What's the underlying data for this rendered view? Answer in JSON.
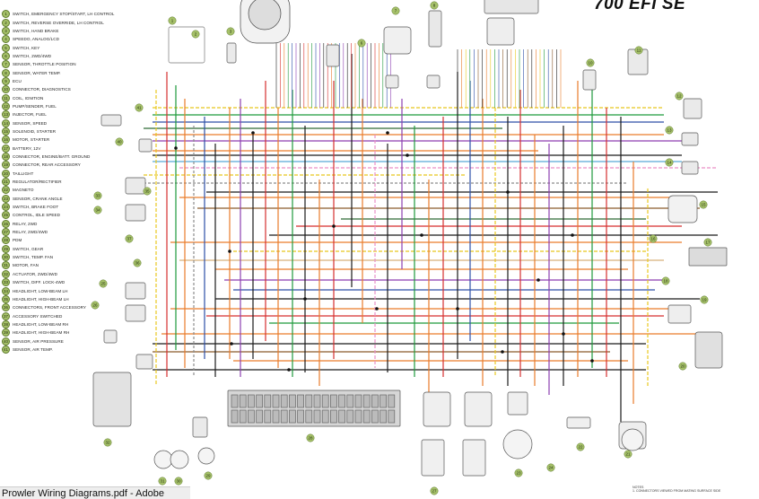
{
  "title_partial": "700 EFI SE",
  "window": {
    "taskbar_label": "Prowler Wiring Diagrams.pdf - Adobe"
  },
  "legend": [
    {
      "n": "1",
      "label": "SWITCH, EMERGENCY STOP/START, LH CONTROL"
    },
    {
      "n": "2",
      "label": "SWITCH, REVERSE OVERRIDE, LH CONTROL"
    },
    {
      "n": "3",
      "label": "SWITCH, HAND BRAKE"
    },
    {
      "n": "4",
      "label": "SPEEDO, ANALOG/LCD"
    },
    {
      "n": "5",
      "label": "SWITCH, KEY"
    },
    {
      "n": "6",
      "label": "SWITCH, 2WD/4WD"
    },
    {
      "n": "7",
      "label": "SENSOR, THROTTLE POSITION"
    },
    {
      "n": "8",
      "label": "SENSOR, WATER TEMP."
    },
    {
      "n": "9",
      "label": "ECU"
    },
    {
      "n": "10",
      "label": "CONNECTOR, DIAGNOSTICS"
    },
    {
      "n": "11",
      "label": "COIL, IGNITION"
    },
    {
      "n": "12",
      "label": "PUMP/SENDER, FUEL"
    },
    {
      "n": "13",
      "label": "INJECTOR, FUEL"
    },
    {
      "n": "14",
      "label": "SENSOR, SPEED"
    },
    {
      "n": "15",
      "label": "SOLENOID, STARTER"
    },
    {
      "n": "16",
      "label": "MOTOR, STARTER"
    },
    {
      "n": "17",
      "label": "BATTERY, 12V"
    },
    {
      "n": "18",
      "label": "CONNECTOR, ENGINE/BATT. GROUND"
    },
    {
      "n": "19",
      "label": "CONNECTOR, REAR ACCESSORY"
    },
    {
      "n": "20",
      "label": "TAILLIGHT"
    },
    {
      "n": "21",
      "label": "REGULATOR/RECTIFIER"
    },
    {
      "n": "22",
      "label": "MAGNETO"
    },
    {
      "n": "23",
      "label": "SENSOR, CRANK ANGLE"
    },
    {
      "n": "24",
      "label": "SWITCH, BRAKE FOOT"
    },
    {
      "n": "25",
      "label": "CONTROL, IDLE SPEED"
    },
    {
      "n": "26",
      "label": "RELAY, 2WD"
    },
    {
      "n": "27",
      "label": "RELAY, 2WD/4WD"
    },
    {
      "n": "28",
      "label": "PDM"
    },
    {
      "n": "29",
      "label": "SWITCH, GEAR"
    },
    {
      "n": "30",
      "label": "SWITCH, TEMP. FAN"
    },
    {
      "n": "31",
      "label": "MOTOR, FAN"
    },
    {
      "n": "32",
      "label": "ACTUATOR, 2WD/4WD"
    },
    {
      "n": "33",
      "label": "SWITCH, DIFF. LOCK-4WD"
    },
    {
      "n": "34",
      "label": "HEADLIGHT, LOW-BEAM LH"
    },
    {
      "n": "35",
      "label": "HEADLIGHT, HIGH-BEAM LH"
    },
    {
      "n": "36",
      "label": "CONNECTORS, FRONT ACCESSORY"
    },
    {
      "n": "37",
      "label": "ACCESSORY SWITCHED"
    },
    {
      "n": "38",
      "label": "HEADLIGHT, LOW-BEAM RH"
    },
    {
      "n": "39",
      "label": "HEADLIGHT, HIGH-BEAM RH"
    },
    {
      "n": "40",
      "label": "SENSOR, AIR PRESSURE"
    },
    {
      "n": "41",
      "label": "SENSOR, AIR TEMP."
    }
  ],
  "component_callouts": [
    "1",
    "2",
    "3",
    "4",
    "5",
    "6",
    "7",
    "8",
    "9",
    "10",
    "11",
    "12",
    "13",
    "14",
    "15",
    "16",
    "17",
    "18",
    "19",
    "20",
    "21",
    "22",
    "23",
    "24",
    "25",
    "26",
    "27",
    "28",
    "29",
    "30",
    "31",
    "32",
    "33",
    "34",
    "35",
    "36",
    "37",
    "38",
    "39",
    "40",
    "41"
  ],
  "notes": {
    "heading": "NOTES",
    "line1": "1. CONNECTORS VIEWED FROM MATING SURFACE SIDE"
  },
  "wire_colors": {
    "black": "#1a1a1a",
    "red": "#d62f2f",
    "orange": "#ea7c2b",
    "yellow": "#e8c81e",
    "green": "#1f9a3c",
    "blue": "#2d4fa8",
    "purple": "#8d3fb0",
    "brown": "#8a5a2b",
    "gray": "#8c8c8c",
    "white": "#e9e9e9",
    "pink": "#e98fc7",
    "tan": "#d7b07a",
    "lightblue": "#58a9d8",
    "darkgreen": "#2f6b36"
  },
  "callout_color": "#a6c16a"
}
